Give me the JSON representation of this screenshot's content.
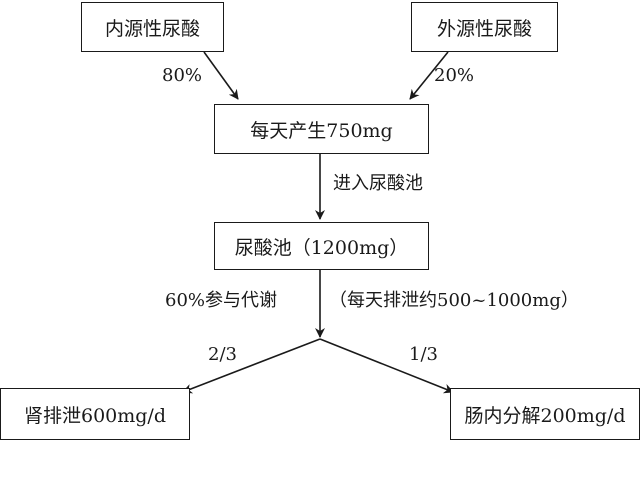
{
  "nodes": {
    "endogenous": "内源性尿酸",
    "exogenous": "外源性尿酸",
    "daily_production": "每天产生750mg",
    "urate_pool": "尿酸池（1200mg）",
    "renal_excretion": "肾排泄600mg/d",
    "intestinal_decomposition": "肠内分解200mg/d"
  },
  "labels": {
    "endogenous_share": "80%",
    "exogenous_share": "20%",
    "enter_pool": "进入尿酸池",
    "metabolism_share": "60%参与代谢",
    "daily_excretion": "（每天排泄约500~1000mg）",
    "renal_fraction": "2/3",
    "intestinal_fraction": "1/3"
  }
}
